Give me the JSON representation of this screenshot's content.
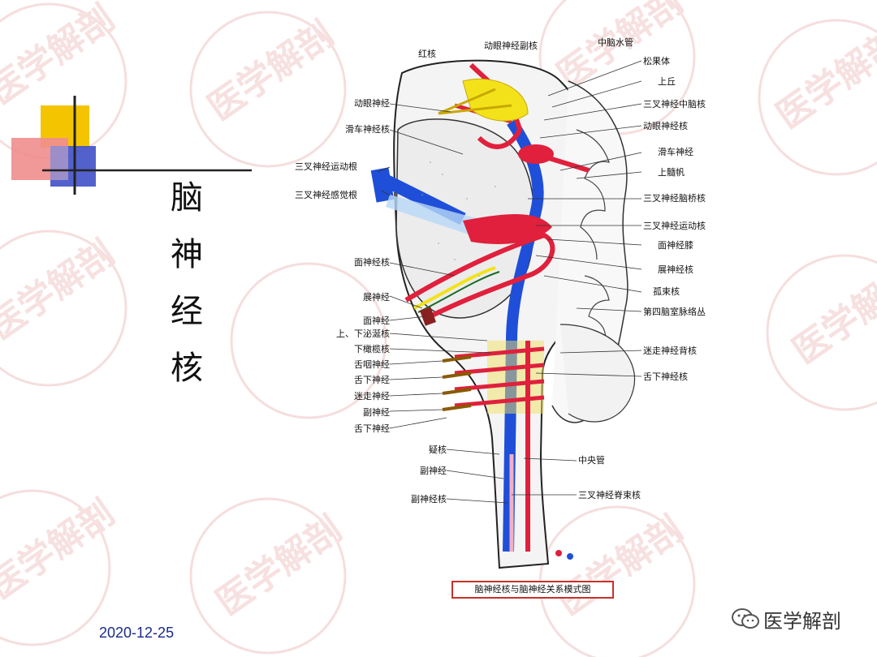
{
  "title": "脑神经核",
  "date": "2020-12-25",
  "watermark": "医学解剖",
  "wechat": {
    "icon": "wechat-icon",
    "label": "医学解剖"
  },
  "figure": {
    "caption": "脑神经核与脑神经关系模式图",
    "labels": {
      "top": [
        "红核",
        "动眼神经副核",
        "中脑水管"
      ],
      "left": [
        "动眼神经",
        "滑车神经核",
        "三叉神经运动根",
        "三叉神经感觉根",
        "面神经核",
        "展神经",
        "面神经",
        "上、下泌涎核",
        "下橄榄核",
        "舌咽神经",
        "舌下神经",
        "迷走神经",
        "副神经",
        "舌下神经",
        "疑核",
        "副神经",
        "副神经核"
      ],
      "right": [
        "松果体",
        "上丘",
        "三叉神经中脑核",
        "动眼神经核",
        "滑车神经",
        "上髓帆",
        "三叉神经脑桥核",
        "三叉神经运动核",
        "面神经膝",
        "展神经核",
        "孤束核",
        "第四脑室脉络丛",
        "迷走神经背核",
        "舌下神经核",
        "中央管",
        "三叉神经脊束核"
      ]
    }
  },
  "colors": {
    "watermark": "#f4d5d5",
    "accent_yellow": "#f5c400",
    "accent_red": "#e03030",
    "accent_blue": "#3848c8",
    "nerve_red": "#e0203c",
    "nerve_blue": "#1f4fd8",
    "nerve_yellow": "#f3e21a"
  }
}
